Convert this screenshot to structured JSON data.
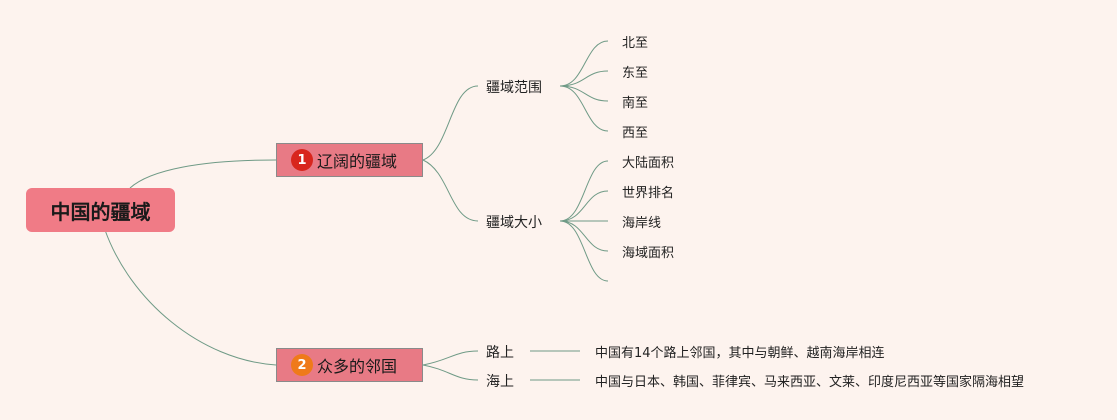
{
  "root": {
    "label": "中国的疆域"
  },
  "topics": [
    {
      "number": "1",
      "badge_color": "#d8261d",
      "label": "辽阔的疆域",
      "subtopics": [
        {
          "label": "疆域范围",
          "leaves": [
            "北至",
            "东至",
            "南至",
            "西至"
          ]
        },
        {
          "label": "疆域大小",
          "leaves": [
            "大陆面积",
            "世界排名",
            "海岸线",
            "海域面积",
            ""
          ]
        }
      ]
    },
    {
      "number": "2",
      "badge_color": "#ef7a1a",
      "label": "众多的邻国",
      "subtopics": [
        {
          "label": "路上",
          "note": "中国有14个路上邻国，其中与朝鲜、越南海岸相连"
        },
        {
          "label": "海上",
          "note": "中国与日本、韩国、菲律宾、马来西亚、文莱、印度尼西亚等国家隔海相望"
        }
      ]
    }
  ],
  "colors": {
    "background": "#fdf3ee",
    "connector": "#6f9a86",
    "root_fill": "#f07b86",
    "topic_fill": "#e87a85"
  }
}
